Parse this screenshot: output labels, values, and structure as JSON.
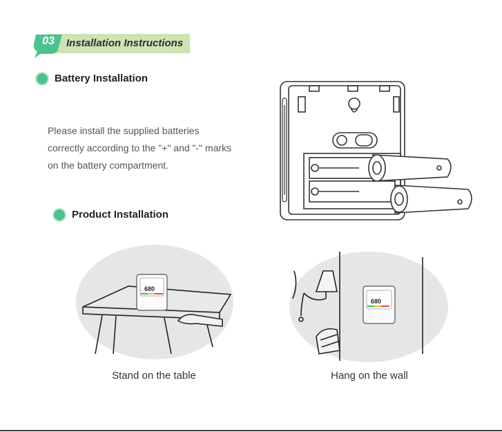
{
  "section": {
    "number": "03",
    "title": "Installation Instructions"
  },
  "battery": {
    "heading": "Battery Installation",
    "lines": [
      "Please install the supplied batteries",
      "correctly according to the \"+\" and \"-\" marks",
      "on the battery compartment."
    ]
  },
  "product": {
    "heading": "Product Installation"
  },
  "device_reading": "680",
  "captions": {
    "table": "Stand on the table",
    "wall": "Hang on the wall"
  },
  "colors": {
    "accent_green": "#4dc28f",
    "header_bar": "#cfe2b4"
  }
}
